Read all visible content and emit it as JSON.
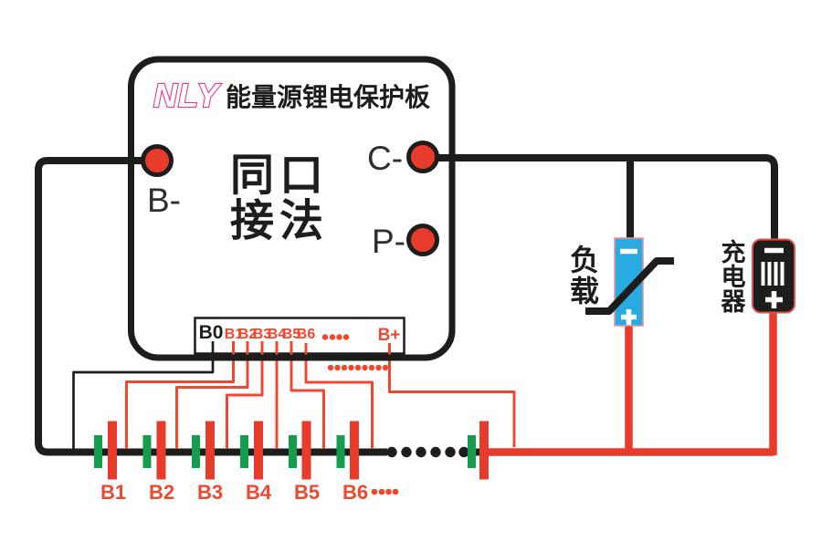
{
  "colors": {
    "black": "#1d1d1b",
    "red": "#e73b2c",
    "wire_red": "#f0472f",
    "green": "#169c4d",
    "pink": "#f0368c",
    "blue": "#29abe2",
    "load_border": "#e991a0",
    "charger_border": "#e2514a"
  },
  "board": {
    "logo": "NLY",
    "title": "能量源锂电保护板",
    "mode": {
      "line1": "同口",
      "line2": "接法"
    },
    "terminals": [
      {
        "id": "b-minus",
        "label": "B-"
      },
      {
        "id": "c-minus",
        "label": "C-"
      },
      {
        "id": "p-minus",
        "label": "P-"
      }
    ]
  },
  "strip": {
    "pins": [
      "B0",
      "B1",
      "B2",
      "B3",
      "B4",
      "B5",
      "B6"
    ],
    "b_plus": "B+",
    "ellipsis": "••••"
  },
  "battery": {
    "cells": [
      "B1",
      "B2",
      "B3",
      "B4",
      "B5",
      "B6"
    ],
    "ellipsis_after_b6": "••••",
    "series_ellipsis": "••••••",
    "sense_ellipsis": "•••••••••"
  },
  "load": {
    "label": "负载",
    "chars": [
      "负",
      "载"
    ],
    "minus": "-",
    "plus": "+"
  },
  "charger": {
    "label": "充电器",
    "chars": [
      "充",
      "电",
      "器"
    ],
    "minus": "-",
    "plus": "+"
  }
}
